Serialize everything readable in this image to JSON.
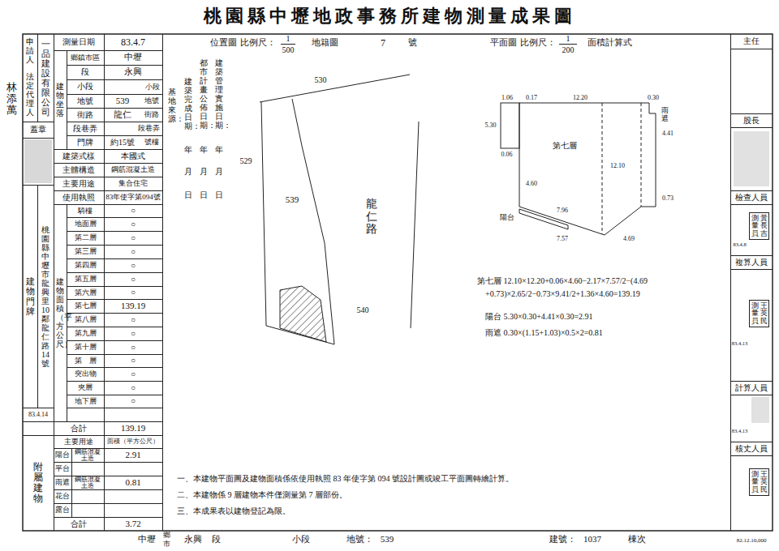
{
  "diagram": {
    "title": "桃園縣中壢地政事務所建物測量成果圖",
    "nodes": [
      {
        "text": [
          "測量員",
          "黃長吉"
        ]
      },
      {
        "text": [
          "測量員",
          "王英民"
        ]
      },
      {
        "text": [
          "測量員",
          "王英民"
        ]
      }
    ],
    "labels": [
      "申請人",
      "法定代理人",
      "一品建設有限公司",
      "林添萬",
      "蓋章",
      "建物門牌",
      "桃園縣中壢市龍興里10鄰龍仁路14號",
      "83.4.14",
      "附屬建物",
      "測量日期",
      "83.4.7",
      "建物坐落",
      "鄉鎮市區",
      "中壢",
      "段",
      "永興",
      "小段",
      "小段",
      "地號",
      "539",
      "地號",
      "街路",
      "龍仁",
      "街路",
      "段巷弄",
      "段巷弄",
      "門牌",
      "約15號",
      "號樓",
      "建築式樣",
      "本國式",
      "主體構造",
      "鋼筋混凝土造",
      "主要用途",
      "集合住宅",
      "使用執照",
      "83年使字第094號",
      "建物面積（平方公尺）",
      "騎樓",
      "地面層",
      "第二層",
      "第三層",
      "第四層",
      "第五層",
      "第六層",
      "第七層",
      "第八層",
      "第九層",
      "第十層",
      "第　層",
      "突出物",
      "夾層",
      "地下層",
      "○",
      "○",
      "○",
      "○",
      "○",
      "○",
      "○",
      "139.19",
      "○",
      "○",
      "○",
      "○",
      "○",
      "○",
      "○",
      "合計",
      "139.19",
      "主要用途",
      "面積（平方公尺）",
      "陽台",
      "鋼筋混凝土造",
      "2.91",
      "平台",
      "雨遮",
      "鋼筋混凝土造",
      "0.81",
      "花台",
      "露台",
      "合計",
      "3.72",
      "位置圖",
      "比例尺：",
      "1",
      "500",
      "地籍圖",
      "7",
      "號",
      "平面圖",
      "比例尺：",
      "1",
      "200",
      "面積計算式",
      "基地來源：",
      "建築完成日期：",
      "年",
      "月",
      "日",
      "都市計畫公佈日期：",
      "年",
      "月",
      "日",
      "建築管理實施日期：",
      "年",
      "月",
      "日",
      "530",
      "529",
      "539",
      "540",
      "龍仁路",
      "1.06",
      "0.17",
      "12.20",
      "0.30",
      "5.30",
      "0.06",
      "第七層",
      "4.60",
      "12.10",
      "雨遮",
      "4.41",
      "0.73",
      "陽台",
      "7.96",
      "7.57",
      "4.69",
      "第七層 12.10×12.20+0.06×4.60−2.17×7.57/2−(4.69",
      "+0.73)×2.65/2−0.73×9.41/2+1.36×4.60=139.19",
      "陽台 5.30×0.30+4.41×0.30=2.91",
      "雨遮 0.30×(1.15+1.03)×0.5×2=0.81",
      "一、本建物平面圖及建物面積係依使用執照 83 年使字第 094 號設計圖或竣工平面圖轉繪計算。",
      "二、本建物係 9 層建物本件僅測量第 7 層部份。",
      "三、本成果表以建物登記為限。",
      "中壢",
      "鄉",
      "市",
      "永興",
      "段",
      "小段",
      "地號：",
      "539",
      "建號：",
      "1037",
      "棟次",
      "82.12.10,000",
      "主任",
      "股長",
      "檢查人員",
      "83.4.8",
      "複算人員",
      "83.4.13",
      "計算人員",
      "83.4.13",
      "核丈人員"
    ]
  }
}
